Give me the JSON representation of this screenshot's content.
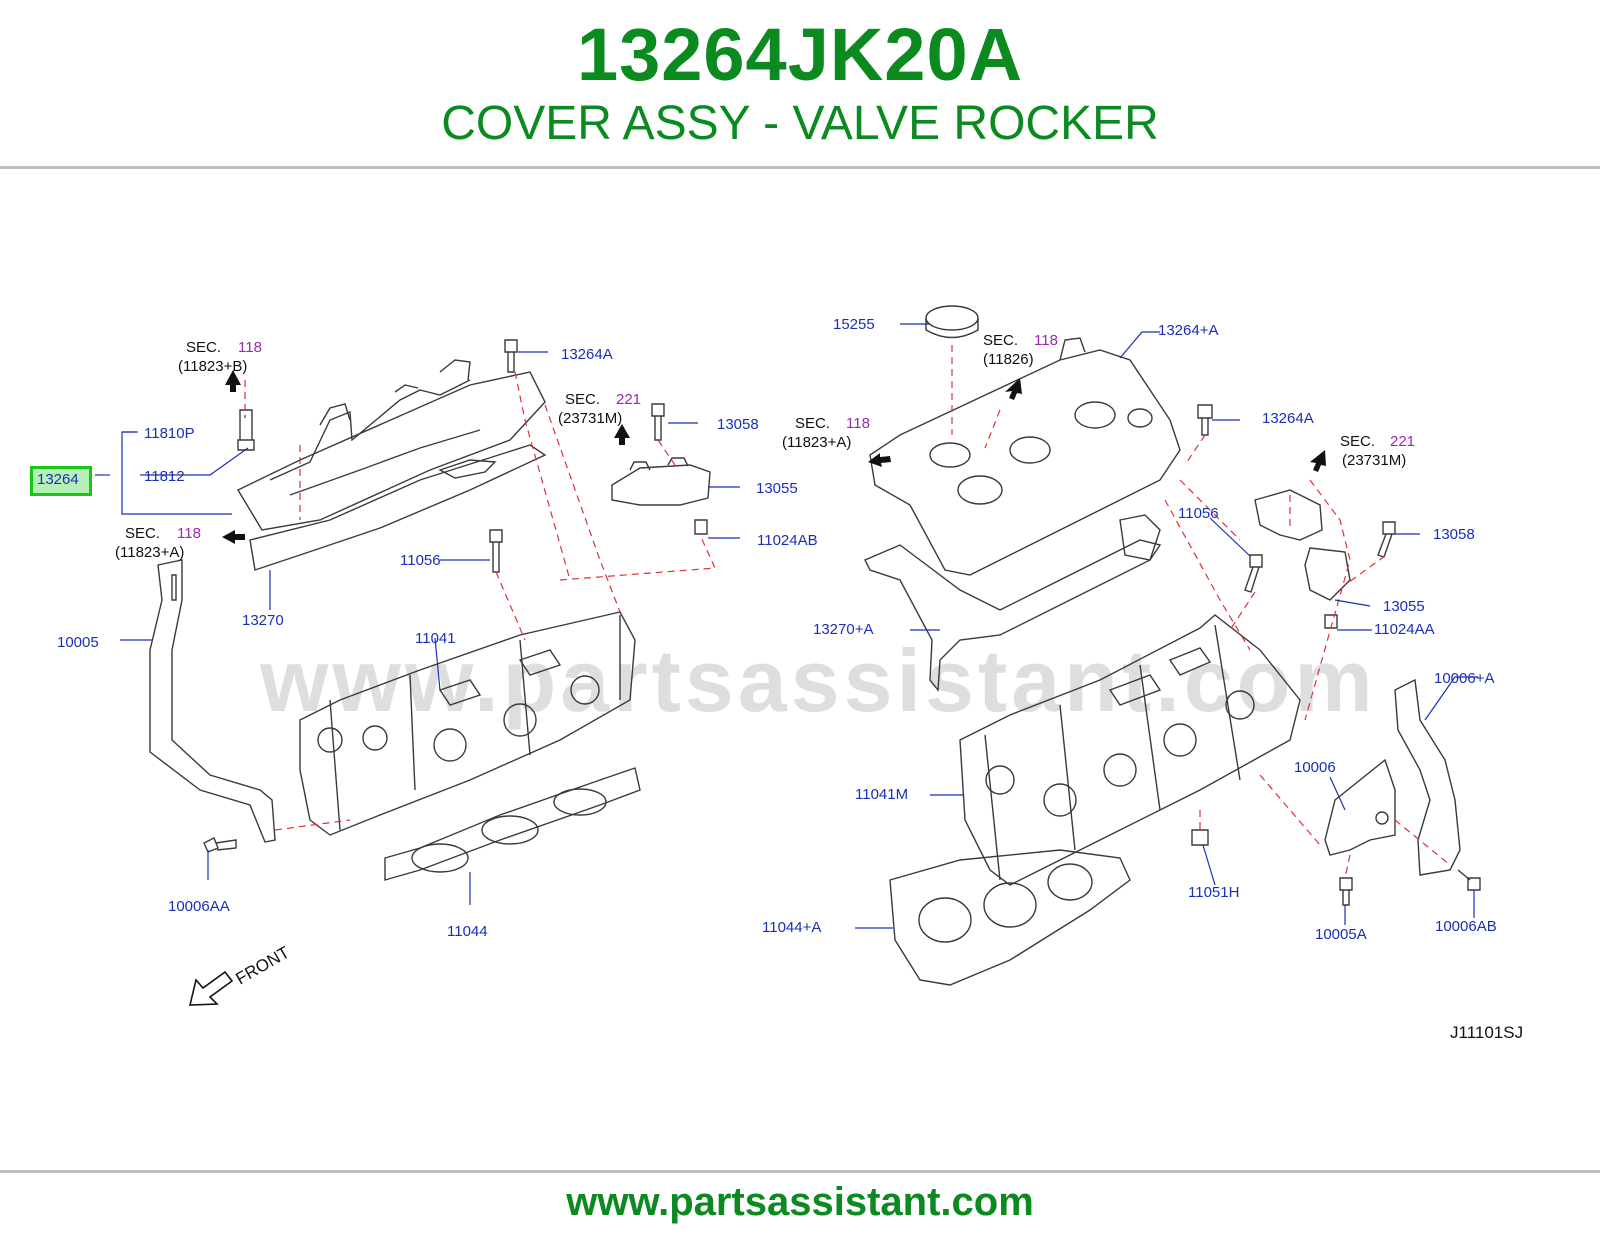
{
  "header": {
    "part_number": "13264JK20A",
    "part_name": "COVER ASSY - VALVE ROCKER"
  },
  "footer": {
    "url": "www.partsassistant.com"
  },
  "watermark": "www.partsassistant.com",
  "diagram_code": "J11101SJ",
  "front_label": "FRONT",
  "highlight_part": "13264",
  "section_refs": [
    {
      "sec": "SEC.",
      "num": "118",
      "ref": "(11823+B)"
    },
    {
      "sec": "SEC.",
      "num": "118",
      "ref": "(11823+A)"
    },
    {
      "sec": "SEC.",
      "num": "221",
      "ref": "(23731M)"
    },
    {
      "sec": "SEC.",
      "num": "118",
      "ref": "(11826)"
    },
    {
      "sec": "SEC.",
      "num": "118",
      "ref": "(11823+A)"
    },
    {
      "sec": "SEC.",
      "num": "221",
      "ref": "(23731M)"
    }
  ],
  "labels": [
    "13264A",
    "11810P",
    "11812",
    "13270",
    "10005",
    "11056",
    "11041",
    "13058",
    "13055",
    "11024AB",
    "10006AA",
    "11044",
    "15255",
    "13264+A",
    "13264A",
    "11056",
    "13058",
    "13055",
    "11024AA",
    "13270+A",
    "10006+A",
    "10006",
    "11041M",
    "11051H",
    "10005A",
    "10006AB",
    "11044+A"
  ],
  "colors": {
    "brand_green": "#0a8a1f",
    "label_blue": "#1a2fb8",
    "section_purple": "#9b27b0",
    "dash_red": "#e0303a",
    "highlight_green": "#14c814"
  }
}
